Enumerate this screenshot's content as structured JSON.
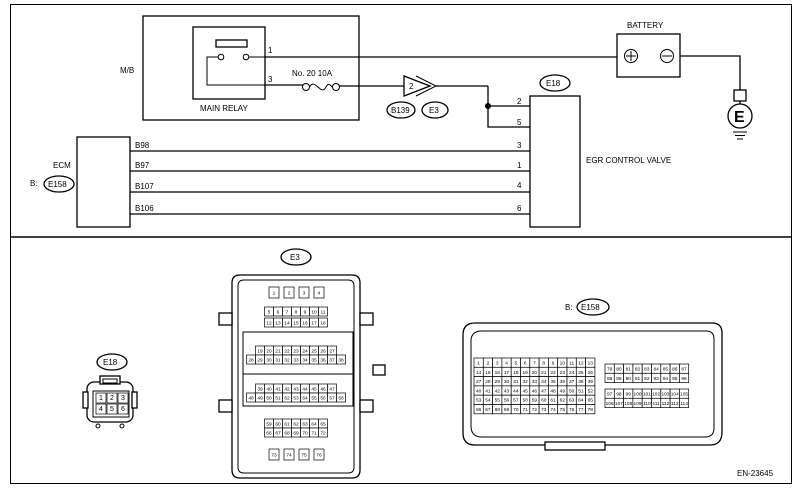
{
  "labels": {
    "mb": "M/B",
    "main_relay": "MAIN RELAY",
    "fuse": "No. 20  10A",
    "battery": "BATTERY",
    "ecm": "ECM",
    "ecm_conn_prefix": "B:",
    "ecm_conn": "E158",
    "egr": "EGR CONTROL VALVE",
    "egr_conn": "E18",
    "joint_conn": "B139",
    "joint_conn2": "E3",
    "ground": "E",
    "doc_code": "EN-23645",
    "e3_title": "E3",
    "e18_title": "E18",
    "e158_prefix": "B:",
    "e158_title": "E158"
  },
  "relay_pins": [
    "1",
    "3"
  ],
  "joint_pin": "2",
  "egr_pins": [
    "2",
    "5",
    "3",
    "1",
    "4",
    "6"
  ],
  "ecm_terminals": [
    "B98",
    "B97",
    "B107",
    "B106"
  ],
  "e18_pins": [
    "1",
    "2",
    "3",
    "4",
    "5",
    "6"
  ],
  "e3_rows": [
    [
      "1",
      "2",
      "3",
      "4"
    ],
    [
      "5",
      "6",
      "7",
      "8",
      "9",
      "10",
      "11"
    ],
    [
      "12",
      "13",
      "14",
      "15",
      "16",
      "17",
      "18"
    ],
    [
      "19",
      "20",
      "21",
      "22",
      "23",
      "24",
      "25",
      "26",
      "27"
    ],
    [
      "28",
      "29",
      "30",
      "31",
      "32",
      "33",
      "34",
      "35",
      "36",
      "37",
      "38"
    ],
    [
      "39",
      "40",
      "41",
      "42",
      "43",
      "44",
      "45",
      "46",
      "47"
    ],
    [
      "48",
      "49",
      "50",
      "51",
      "52",
      "53",
      "54",
      "55",
      "56",
      "57",
      "58"
    ],
    [
      "59",
      "60",
      "61",
      "62",
      "63",
      "64",
      "65"
    ],
    [
      "66",
      "67",
      "68",
      "69",
      "70",
      "71",
      "72"
    ],
    [
      "73",
      "74",
      "75",
      "76"
    ]
  ],
  "e158_left_rows": [
    [
      "1",
      "2",
      "3",
      "4",
      "5",
      "6",
      "7",
      "8",
      "9",
      "10",
      "11",
      "12",
      "13"
    ],
    [
      "14",
      "15",
      "16",
      "17",
      "18",
      "19",
      "20",
      "21",
      "22",
      "23",
      "24",
      "25",
      "26"
    ],
    [
      "27",
      "28",
      "29",
      "30",
      "31",
      "32",
      "33",
      "34",
      "35",
      "36",
      "37",
      "38",
      "39"
    ],
    [
      "40",
      "41",
      "42",
      "43",
      "44",
      "45",
      "46",
      "47",
      "48",
      "49",
      "50",
      "51",
      "52"
    ],
    [
      "53",
      "54",
      "55",
      "56",
      "57",
      "58",
      "59",
      "60",
      "61",
      "62",
      "63",
      "64",
      "65"
    ],
    [
      "66",
      "67",
      "68",
      "69",
      "70",
      "71",
      "72",
      "73",
      "74",
      "75",
      "76",
      "77",
      "78"
    ]
  ],
  "e158_right_rows": [
    [
      "79",
      "80",
      "81",
      "82",
      "83",
      "84",
      "85",
      "86",
      "87"
    ],
    [
      "88",
      "89",
      "90",
      "91",
      "92",
      "93",
      "94",
      "95",
      "96"
    ],
    [
      "97",
      "98",
      "99",
      "100",
      "101",
      "102",
      "103",
      "104",
      "105"
    ],
    [
      "106",
      "107",
      "108",
      "109",
      "110",
      "111",
      "112",
      "113",
      "114"
    ]
  ]
}
